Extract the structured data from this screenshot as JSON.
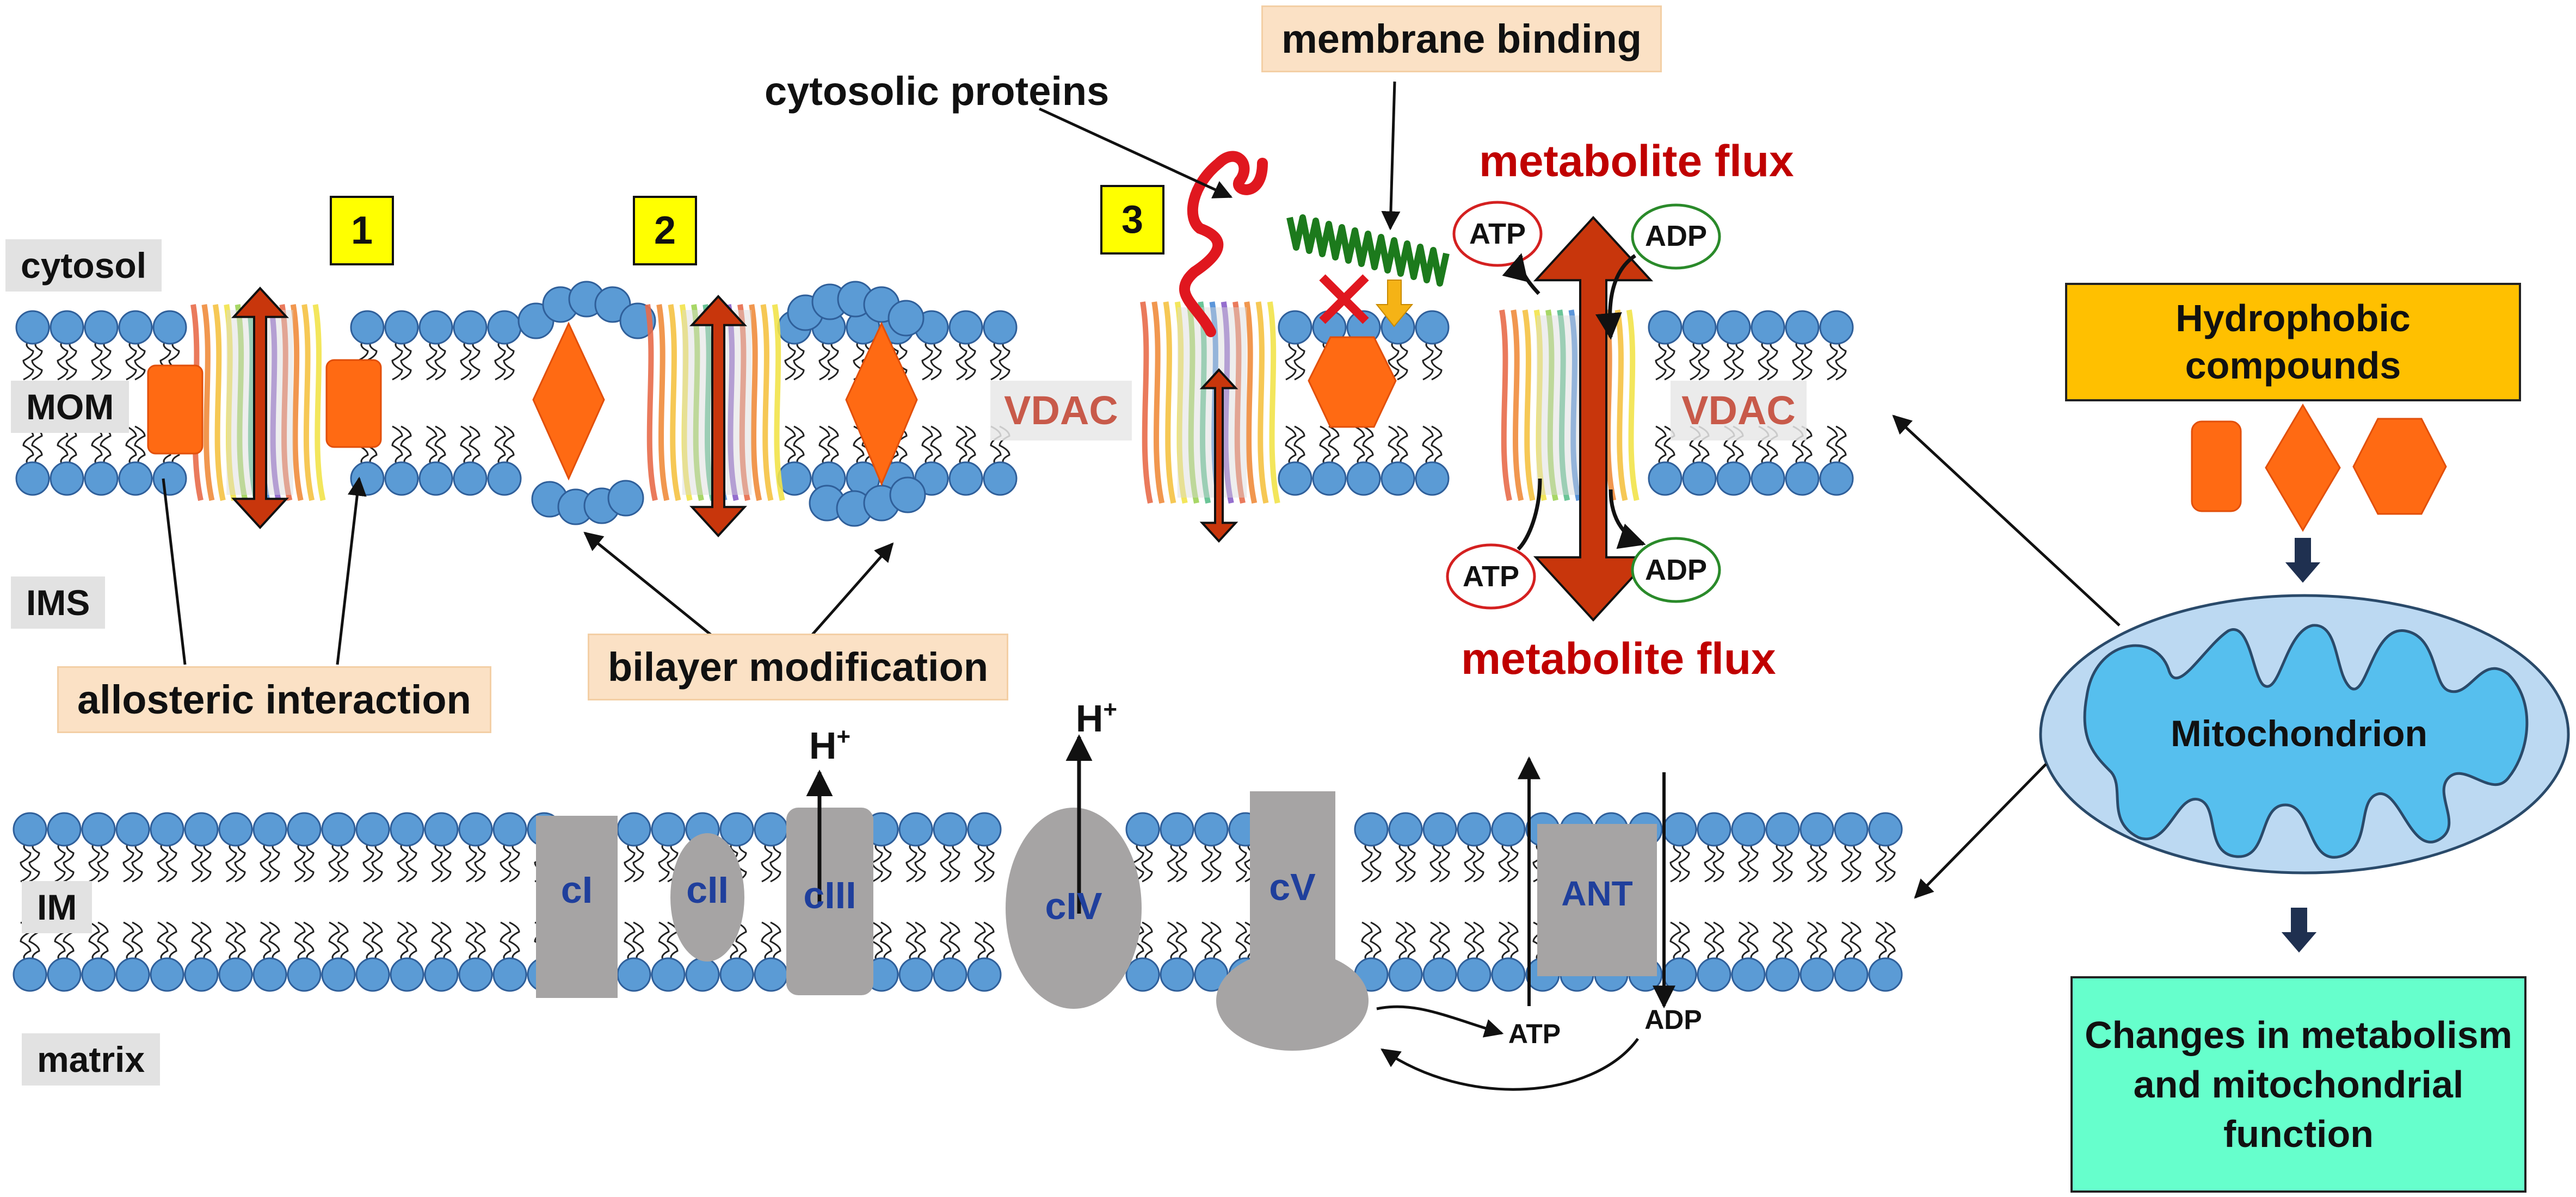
{
  "labels": {
    "cytosol": "cytosol",
    "mom": "MOM",
    "ims": "IMS",
    "im": "IM",
    "matrix": "matrix"
  },
  "mechanisms": [
    "1",
    "2",
    "3"
  ],
  "annotations": {
    "cytosolic_proteins": "cytosolic proteins",
    "membrane_binding": "membrane binding",
    "allosteric_interaction": "allosteric interaction",
    "bilayer_modification": "bilayer modification",
    "metabolite_flux_top": "metabolite flux",
    "metabolite_flux_bottom": "metabolite flux"
  },
  "vdac_labels": [
    "VDAC",
    "VDAC"
  ],
  "nucleotides": {
    "atp_top": "ATP",
    "adp_top": "ADP",
    "atp_bottom": "ATP",
    "adp_bottom": "ADP",
    "atp_matrix": "ATP",
    "adp_matrix": "ADP"
  },
  "complexes": {
    "c1": "cI",
    "c2": "cII",
    "c3": "cIII",
    "c4": "cIV",
    "c5": "cV",
    "ant": "ANT"
  },
  "proton": {
    "h": "H",
    "charge": "+"
  },
  "right_panel": {
    "hydrophobic": "Hydrophobic compounds",
    "mitochondrion": "Mitochondrion",
    "changes": "Changes in metabolism and mitochondrial function"
  },
  "colors": {
    "lipid_head": "#5b9bd5",
    "compound_orange": "#ff6a13",
    "arrow_red": "#c8360c",
    "complex_gray": "#a6a4a4",
    "complex_text": "#1f3f9c",
    "hydrophobic_box": "#ffc000",
    "changes_box": "#66ffcc",
    "mito_outer": "#bcd9f2",
    "mito_inner": "#56bfee",
    "flux_text": "#c00000"
  }
}
